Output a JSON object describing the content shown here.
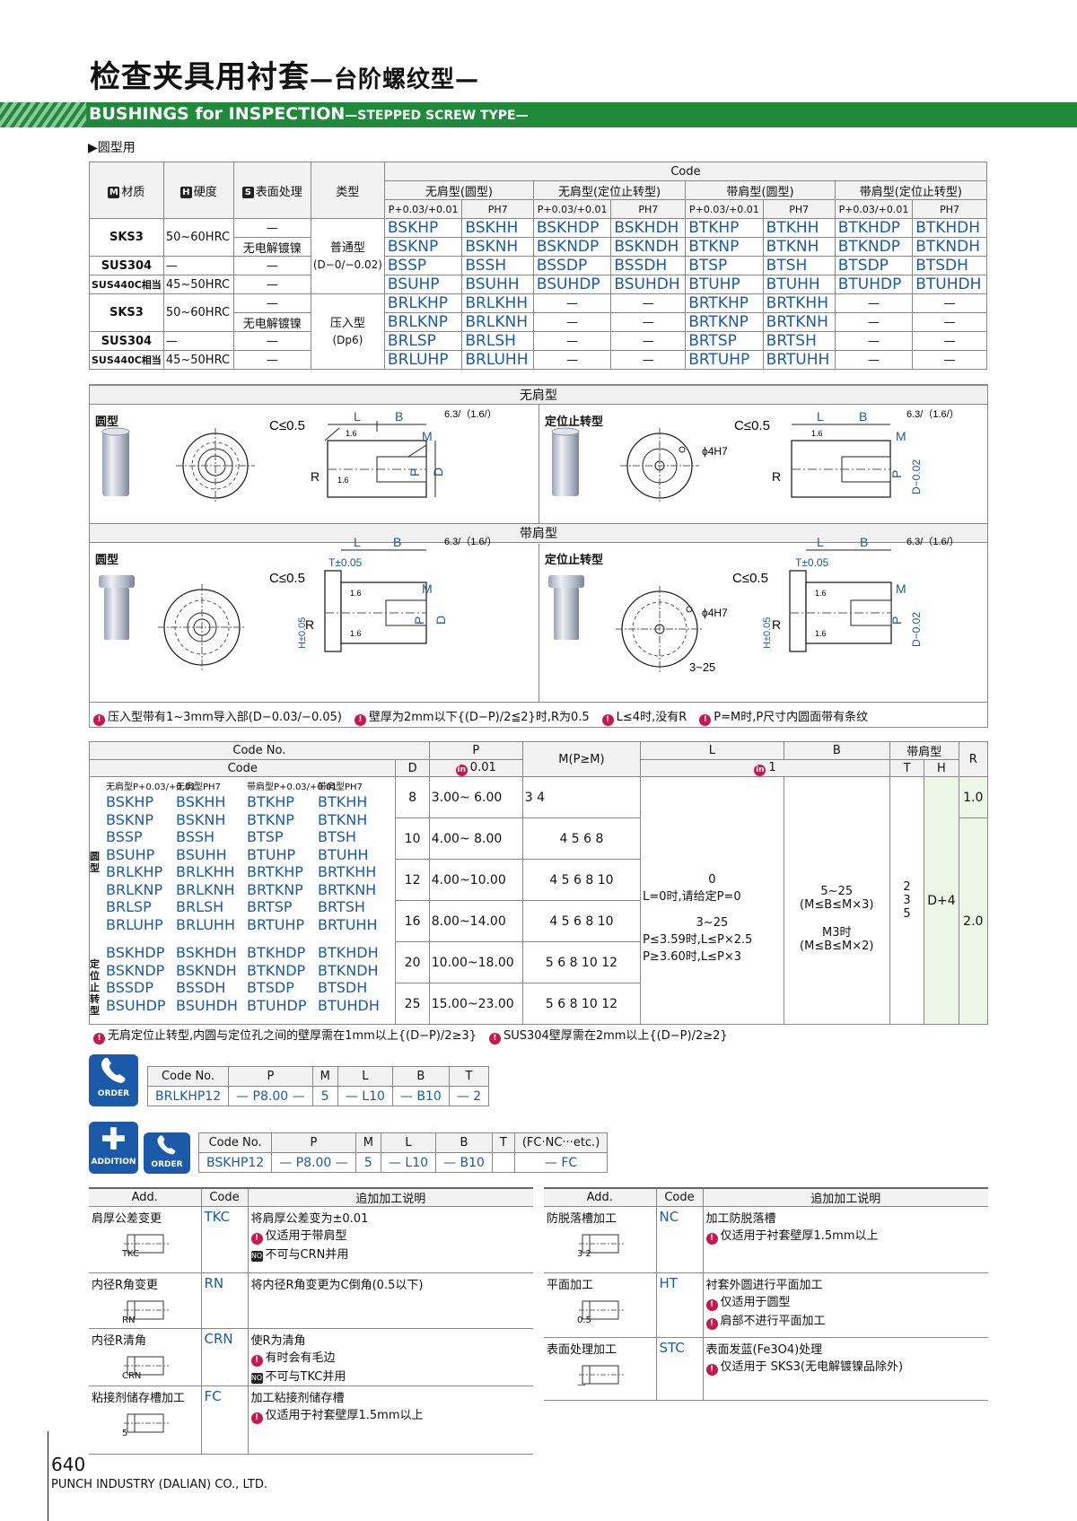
{
  "header": {
    "title_cn": "检查夹具用衬套",
    "title_cn_sub": "—台阶螺纹型—",
    "title_en": "BUSHINGS for INSPECTION",
    "title_en_sub": "—STEPPED SCREW TYPE—",
    "subheading": "▶圆型用"
  },
  "code_table": {
    "h_material": "材质",
    "h_hardness": "硬度",
    "h_surface": "表面处理",
    "h_type": "类型",
    "h_code": "Code",
    "groups": [
      "无肩型(圆型)",
      "无肩型(定位止转型)",
      "带肩型(圆型)",
      "带肩型(定位止转型)"
    ],
    "tol_p": "P+0.03/+0.01",
    "tol_ph": "PH7",
    "type_normal": "普通型",
    "type_normal_tol": "(D−0/−0.02)",
    "type_press": "压入型",
    "type_press_tol": "(Dp6)",
    "rows": [
      {
        "mat": "SKS3",
        "hrc": "50~60HRC",
        "surf": "—",
        "codes": [
          "BSKHP",
          "BSKHH",
          "BSKHDP",
          "BSKHDH",
          "BTKHP",
          "BTKHH",
          "BTKHDP",
          "BTKHDH"
        ]
      },
      {
        "mat": "",
        "hrc": "",
        "surf": "无电解镀镍",
        "codes": [
          "BSKNP",
          "BSKNH",
          "BSKNDP",
          "BSKNDH",
          "BTKNP",
          "BTKNH",
          "BTKNDP",
          "BTKNDH"
        ]
      },
      {
        "mat": "SUS304",
        "hrc": "—",
        "surf": "—",
        "codes": [
          "BSSP",
          "BSSH",
          "BSSDP",
          "BSSDH",
          "BTSP",
          "BTSH",
          "BTSDP",
          "BTSDH"
        ]
      },
      {
        "mat": "SUS440C相当",
        "hrc": "45~50HRC",
        "surf": "—",
        "codes": [
          "BSUHP",
          "BSUHH",
          "BSUHDP",
          "BSUHDH",
          "BTUHP",
          "BTUHH",
          "BTUHDP",
          "BTUHDH"
        ]
      },
      {
        "mat": "SKS3",
        "hrc": "50~60HRC",
        "surf": "—",
        "codes": [
          "BRLKHP",
          "BRLKHH",
          "—",
          "—",
          "BRTKHP",
          "BRTKHH",
          "—",
          "—"
        ]
      },
      {
        "mat": "",
        "hrc": "",
        "surf": "无电解镀镍",
        "codes": [
          "BRLKNP",
          "BRLKNH",
          "—",
          "—",
          "BRTKNP",
          "BRTKNH",
          "—",
          "—"
        ]
      },
      {
        "mat": "SUS304",
        "hrc": "—",
        "surf": "—",
        "codes": [
          "BRLSP",
          "BRLSH",
          "—",
          "—",
          "BRTSP",
          "BRTSH",
          "—",
          "—"
        ]
      },
      {
        "mat": "SUS440C相当",
        "hrc": "45~50HRC",
        "surf": "—",
        "codes": [
          "BRLUHP",
          "BRLUHH",
          "—",
          "—",
          "BRTUHP",
          "BRTUHH",
          "—",
          "—"
        ]
      }
    ]
  },
  "drawings": {
    "sec_shoulderless": "无肩型",
    "sec_shoulder": "带肩型",
    "round": "圆型",
    "locating": "定位止转型",
    "c05": "C≤0.5",
    "L": "L",
    "B": "B",
    "M": "M",
    "R": "R",
    "P": "P",
    "D": "D",
    "D002": "D−0.02",
    "d4": "ϕ4H7",
    "T": "T±0.05",
    "H": "H±0.05",
    "rough1": "1.6",
    "rough2": "6.3/(1.6/)"
  },
  "drawing_notes": [
    "压入型带有1~3mm导入部(D−0.03/−0.05)",
    "壁厚为2mm以下{(D−P)/2≦2}时,R为0.5",
    "L≤4时,没有R",
    "P=M时,P尺寸内圆面带有条纹"
  ],
  "dim_table": {
    "h_codeno": "Code No.",
    "h_code": "Code",
    "h_D": "D",
    "h_P": "P",
    "h_P_tol": "0.01",
    "h_M": "M(P≥M)",
    "h_L": "L",
    "h_B": "B",
    "h_LB_unit": "1",
    "h_shoulder": "带肩型",
    "h_T": "T",
    "h_H": "H",
    "h_R": "R",
    "col_heads": [
      "无肩型P+0.03/+0.01",
      "无肩型PH7",
      "带肩型P+0.03/+0.01",
      "带肩型PH7"
    ],
    "label_round": "圆型",
    "label_loc": "定位止转型",
    "codes_round": [
      [
        "BSKHP",
        "BSKHH",
        "BTKHP",
        "BTKHH"
      ],
      [
        "BSKNP",
        "BSKNH",
        "BTKNP",
        "BTKNH"
      ],
      [
        "BSSP",
        "BSSH",
        "BTSP",
        "BTSH"
      ],
      [
        "BSUHP",
        "BSUHH",
        "BTUHP",
        "BTUHH"
      ],
      [
        "BRLKHP",
        "BRLKHH",
        "BRTKHP",
        "BRTKHH"
      ],
      [
        "BRLKNP",
        "BRLKNH",
        "BRTKNP",
        "BRTKNH"
      ],
      [
        "BRLSP",
        "BRLSH",
        "BRTSP",
        "BRTSH"
      ],
      [
        "BRLUHP",
        "BRLUHH",
        "BRTUHP",
        "BRTUHH"
      ]
    ],
    "codes_loc": [
      [
        "BSKHDP",
        "BSKHDH",
        "BTKHDP",
        "BTKHDH"
      ],
      [
        "BSKNDP",
        "BSKNDH",
        "BTKNDP",
        "BTKNDH"
      ],
      [
        "BSSDP",
        "BSSDH",
        "BTSDP",
        "BTSDH"
      ],
      [
        "BSUHDP",
        "BSUHDH",
        "BTUHDP",
        "BTUHDH"
      ]
    ],
    "rows": [
      {
        "D": "8",
        "P": "3.00~ 6.00",
        "M": "3 4"
      },
      {
        "D": "10",
        "P": "4.00~ 8.00",
        "M": "4 5 6 8"
      },
      {
        "D": "12",
        "P": "4.00~10.00",
        "M": "4 5 6 8 10"
      },
      {
        "D": "16",
        "P": "8.00~14.00",
        "M": "4 5 6 8 10"
      },
      {
        "D": "20",
        "P": "10.00~18.00",
        "M": "5 6 8 10 12"
      },
      {
        "D": "25",
        "P": "15.00~23.00",
        "M": "5 6 8 10 12"
      }
    ],
    "L_text": [
      "0",
      "L=0时,请给定P=0",
      "3~25",
      "P≤3.59时,L≤P×2.5",
      "P≥3.60时,L≤P×3"
    ],
    "B_text": [
      "5~25",
      "(M≤B≤M×3)",
      "M3时",
      "(M≤B≤M×2)"
    ],
    "T_text": [
      "2",
      "3",
      "5"
    ],
    "H_text": "D+4",
    "R1": "1.0",
    "R2": "2.0"
  },
  "dim_notes": [
    "无肩定位止转型,内圆与定位孔之间的壁厚需在1mm以上{(D−P)/2≥3}",
    "SUS304壁厚需在2mm以上{(D−P)/2≥2}"
  ],
  "order1": {
    "icon": "ORDER",
    "heads": [
      "Code No.",
      "P",
      "M",
      "L",
      "B",
      "T"
    ],
    "vals": [
      "BRLKHP12",
      "— P8.00 —",
      "5",
      "— L10",
      "— B10",
      "— 2"
    ]
  },
  "order2": {
    "icon1": "ADDITION",
    "icon2": "ORDER",
    "heads": [
      "Code No.",
      "P",
      "M",
      "L",
      "B",
      "T",
      "(FC·NC···etc.)"
    ],
    "vals": [
      "BSKHP12",
      "— P8.00 —",
      "5",
      "— L10",
      "— B10",
      "",
      "— FC"
    ]
  },
  "add_left": {
    "heads": [
      "Add.",
      "Code",
      "追加加工说明"
    ],
    "rows": [
      {
        "name": "肩厚公差变更",
        "code": "TKC",
        "lines": [
          "将肩厚公差变为±0.01",
          "仅适用于带肩型",
          "不可与CRN并用"
        ],
        "fig": "TKC"
      },
      {
        "name": "内径R角变更",
        "code": "RN",
        "lines": [
          "将内径R角变更为C倒角(0.5以下)"
        ],
        "fig": "RN"
      },
      {
        "name": "内径R清角",
        "code": "CRN",
        "lines": [
          "使R为清角",
          "有时会有毛边",
          "不可与TKC并用"
        ],
        "fig": "CRN"
      },
      {
        "name": "粘接剂储存槽加工",
        "code": "FC",
        "lines": [
          "加工粘接剂储存槽",
          "仅适用于衬套壁厚1.5mm以上"
        ],
        "fig": "5"
      }
    ]
  },
  "add_right": {
    "heads": [
      "Add.",
      "Code",
      "追加加工说明"
    ],
    "rows": [
      {
        "name": "防脱落槽加工",
        "code": "NC",
        "lines": [
          "加工防脱落槽",
          "仅适用于衬套壁厚1.5mm以上"
        ],
        "fig": "3 2"
      },
      {
        "name": "平面加工",
        "code": "HT",
        "lines": [
          "衬套外圆进行平面加工",
          "仅适用于圆型",
          "肩部不进行平面加工"
        ],
        "fig": "0.5"
      },
      {
        "name": "表面处理加工",
        "code": "STC",
        "lines": [
          "表面发蓝(Fe3O4)处理",
          "仅适用于 SKS3(无电解镀镍品除外)"
        ],
        "fig": "—"
      }
    ]
  },
  "footer": {
    "page": "640",
    "company": "PUNCH INDUSTRY (DALIAN) CO., LTD."
  },
  "colors": {
    "green": "#1e8a3a",
    "blue": "#1a5aa8",
    "note": "#c8174f"
  }
}
